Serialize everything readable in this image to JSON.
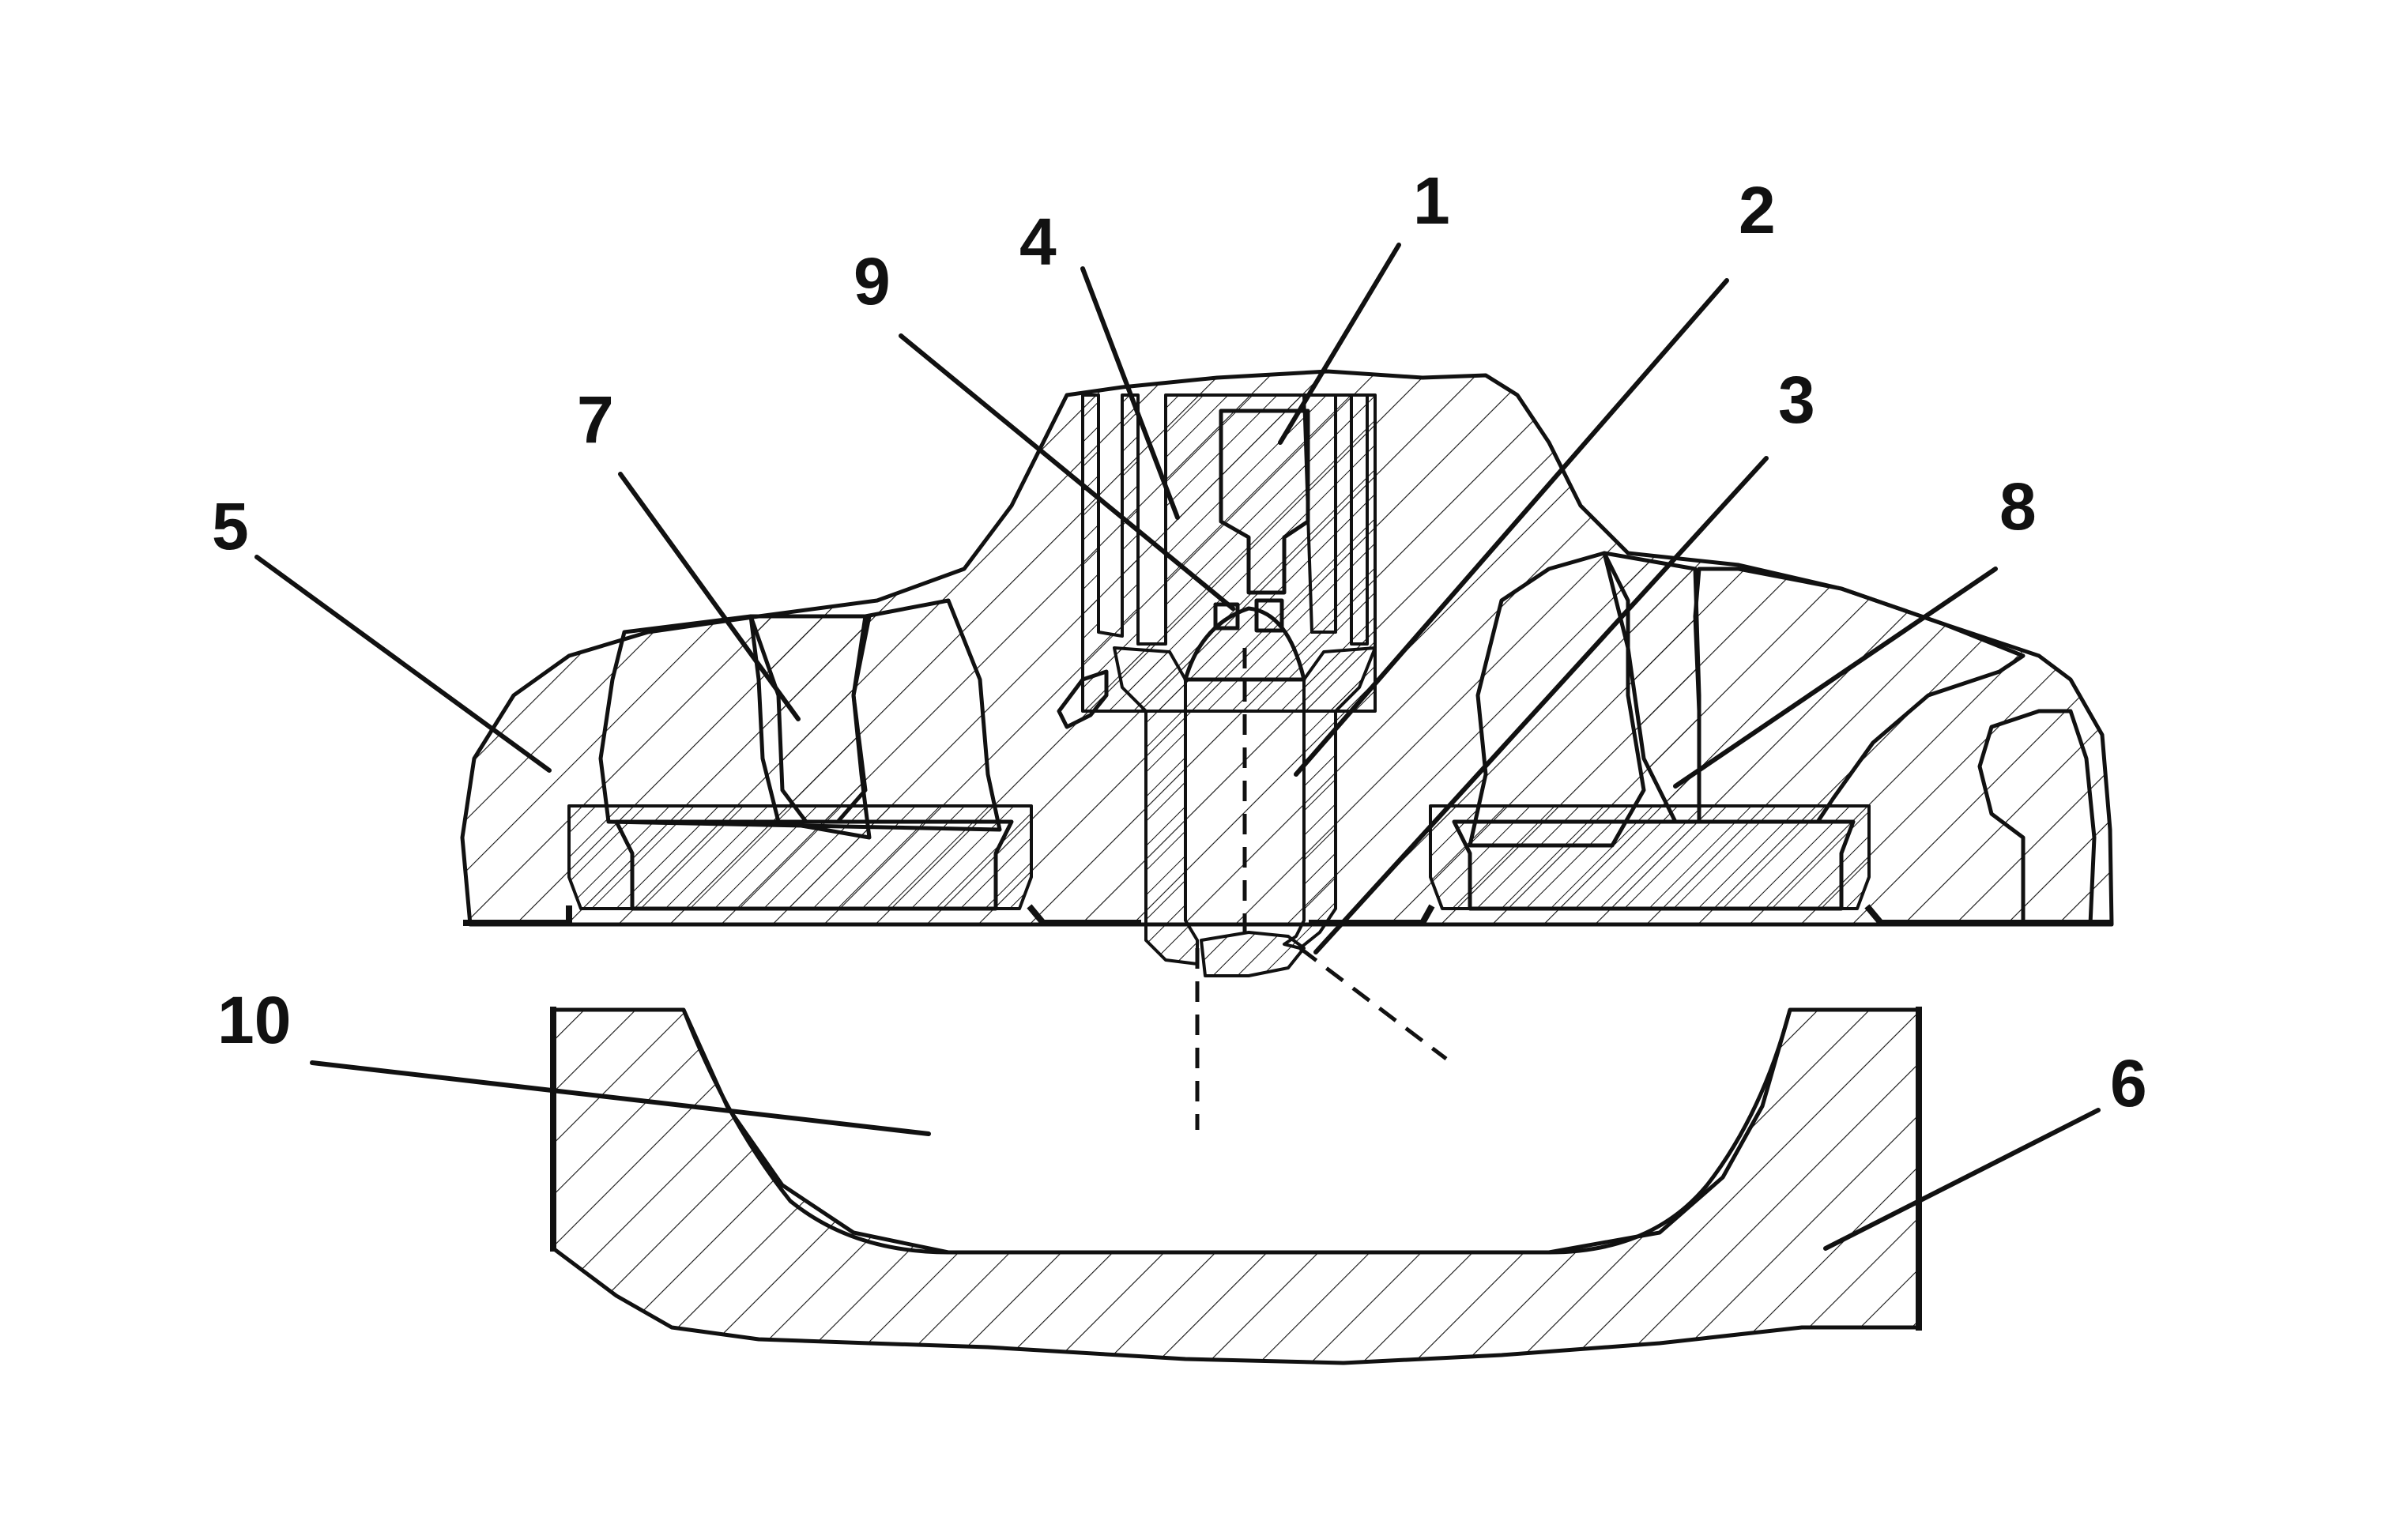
{
  "callouts": [
    {
      "num": "1"
    },
    {
      "num": "2"
    },
    {
      "num": "3"
    },
    {
      "num": "4"
    },
    {
      "num": "5"
    },
    {
      "num": "6"
    },
    {
      "num": "7"
    },
    {
      "num": "8"
    },
    {
      "num": "9"
    },
    {
      "num": "10"
    }
  ],
  "colors": {
    "line": "#111111",
    "background": "#ffffff"
  }
}
